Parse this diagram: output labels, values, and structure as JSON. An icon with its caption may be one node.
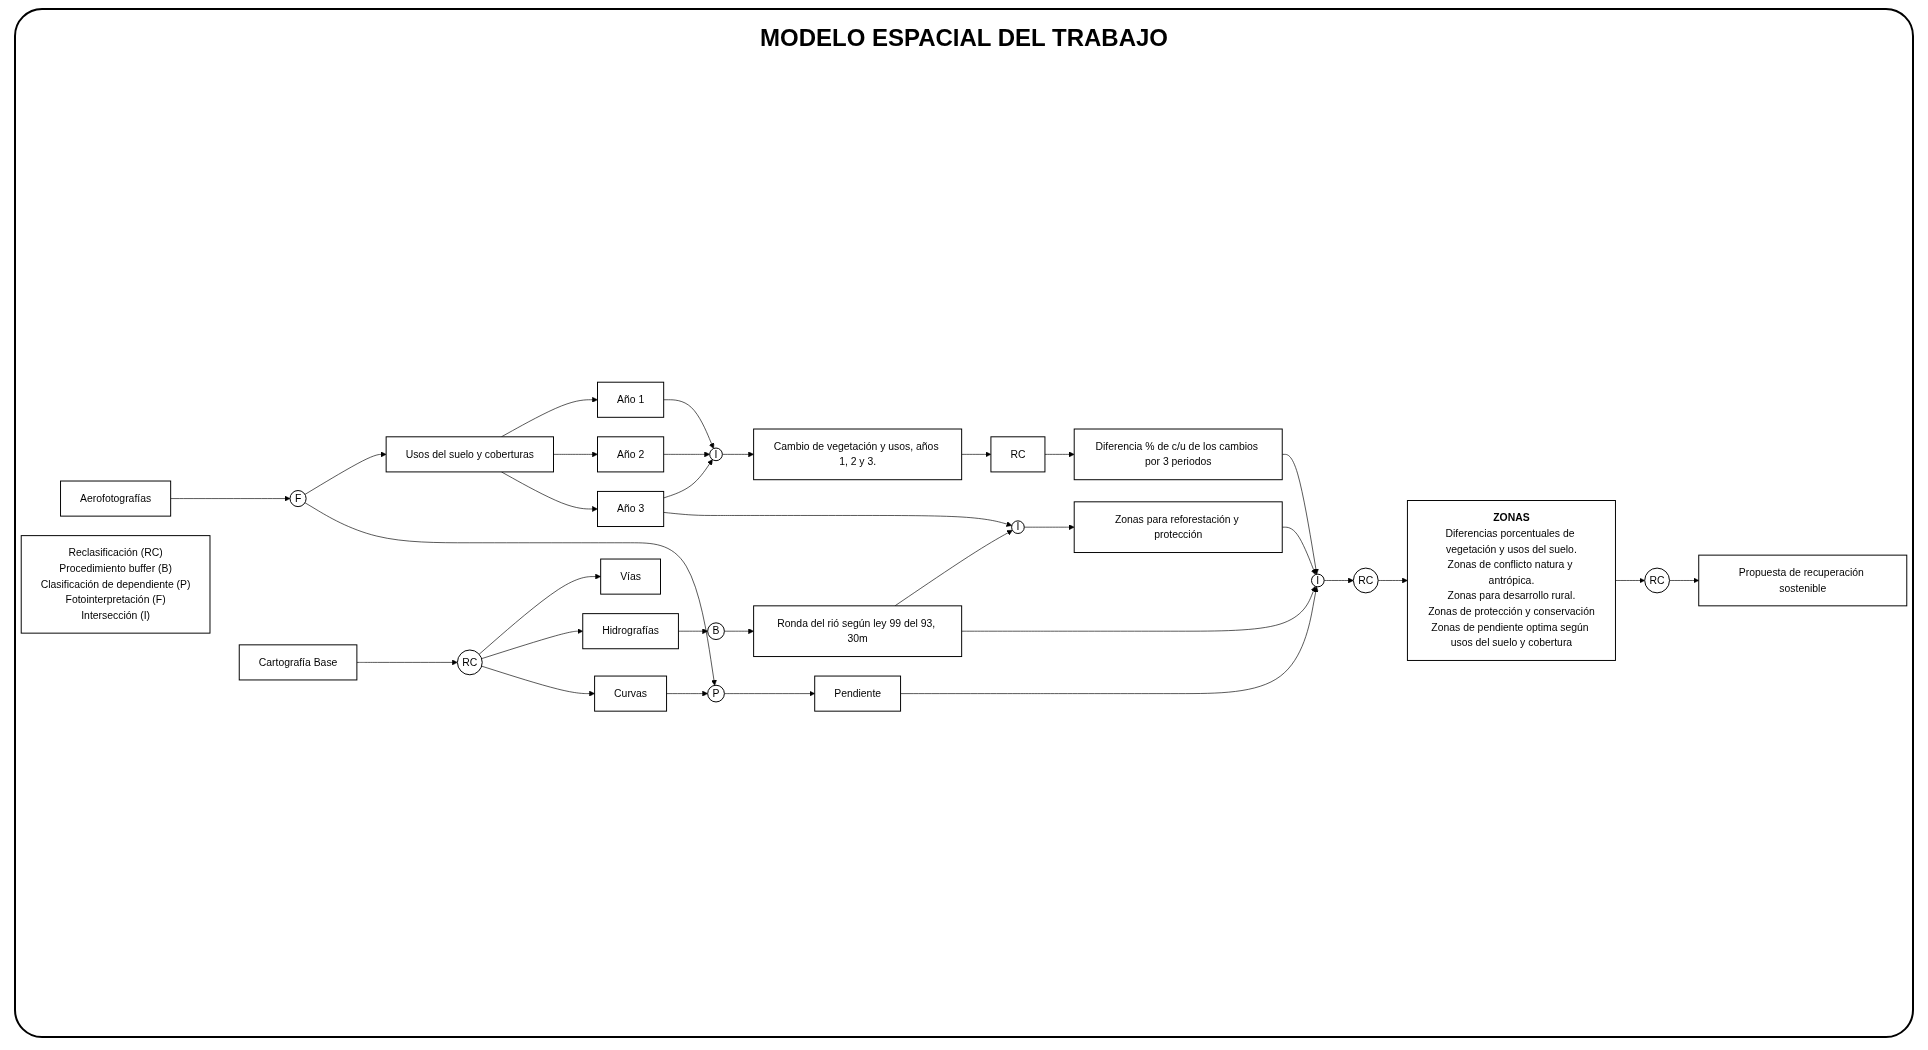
{
  "diagram": {
    "title": "MODELO ESPACIAL DEL TRABAJO",
    "nodes": [
      {
        "text": [
          "Aerofotografías"
        ]
      },
      {
        "text": [
          "F"
        ]
      },
      {
        "text": [
          "Usos del suelo y coberturas"
        ]
      },
      {
        "text": [
          "Año 1"
        ]
      },
      {
        "text": [
          "Año 2"
        ]
      },
      {
        "text": [
          "Año 3"
        ]
      },
      {
        "text": [
          "I"
        ]
      },
      {
        "text": [
          "Cambio de vegetación y usos, años 1, 2 y 3."
        ]
      },
      {
        "text": [
          "RC"
        ]
      },
      {
        "text": [
          "Diferencia % de c/u de los cambios por 3 periodos"
        ]
      },
      {
        "text": [
          "I"
        ]
      },
      {
        "text": [
          "Zonas para reforestación y protección"
        ]
      },
      {
        "text": [
          "Cartografía Base"
        ]
      },
      {
        "text": [
          "RC"
        ]
      },
      {
        "text": [
          "Vías"
        ]
      },
      {
        "text": [
          "Hidrografías"
        ]
      },
      {
        "text": [
          "B"
        ]
      },
      {
        "text": [
          "Ronda del rió según ley 99 del 93, 30m"
        ]
      },
      {
        "text": [
          "Curvas"
        ]
      },
      {
        "text": [
          "P"
        ]
      },
      {
        "text": [
          "Pendiente"
        ]
      },
      {
        "text": [
          "I"
        ]
      },
      {
        "text": [
          "RC"
        ]
      },
      {
        "text": [
          "ZONAS",
          "Diferencias porcentuales de vegetación y usos del suelo.",
          "Zonas de conflicto natura y antrópica.",
          "Zonas para desarrollo rural.",
          "Zonas de protección y conservación",
          "Zonas de pendiente optima según usos del suelo y cobertura"
        ]
      },
      {
        "text": [
          "RC"
        ]
      },
      {
        "text": [
          "Propuesta de recuperación sostenible"
        ]
      },
      {
        "text": [
          "Reclasificación (RC)",
          "Procedimiento buffer (B)",
          "Clasificación de dependiente (P)",
          "Fotointerpretación (F)",
          "Intersección (I)"
        ]
      }
    ],
    "edges": [
      {
        "from": 0,
        "to": 1,
        "arrow": "to"
      },
      {
        "from": 1,
        "to": 2,
        "arrow": "to"
      },
      {
        "from": 1,
        "to": 19,
        "arrow": "to"
      },
      {
        "from": 2,
        "to": 3,
        "arrow": "to"
      },
      {
        "from": 2,
        "to": 4,
        "arrow": "to"
      },
      {
        "from": 2,
        "to": 5,
        "arrow": "to"
      },
      {
        "from": 3,
        "to": 6,
        "arrow": "to"
      },
      {
        "from": 4,
        "to": 6,
        "arrow": "to"
      },
      {
        "from": 5,
        "to": 6,
        "arrow": "to"
      },
      {
        "from": 6,
        "to": 7,
        "arrow": "to"
      },
      {
        "from": 7,
        "to": 8,
        "arrow": "to"
      },
      {
        "from": 8,
        "to": 9,
        "arrow": "to"
      },
      {
        "from": 5,
        "to": 10,
        "arrow": "to"
      },
      {
        "from": 10,
        "to": 11,
        "arrow": "to"
      },
      {
        "from": 17,
        "to": 10,
        "arrow": "to"
      },
      {
        "from": 9,
        "to": 21,
        "arrow": "to"
      },
      {
        "from": 11,
        "to": 21,
        "arrow": "to"
      },
      {
        "from": 17,
        "to": 21,
        "arrow": "to"
      },
      {
        "from": 20,
        "to": 21,
        "arrow": "to"
      },
      {
        "from": 12,
        "to": 13,
        "arrow": "to"
      },
      {
        "from": 13,
        "to": 14,
        "arrow": "to"
      },
      {
        "from": 13,
        "to": 15,
        "arrow": "to"
      },
      {
        "from": 13,
        "to": 18,
        "arrow": "to"
      },
      {
        "from": 15,
        "to": 16,
        "arrow": "to"
      },
      {
        "from": 16,
        "to": 17,
        "arrow": "to"
      },
      {
        "from": 18,
        "to": 19,
        "arrow": "to"
      },
      {
        "from": 19,
        "to": 20,
        "arrow": "to"
      },
      {
        "from": 21,
        "to": 22,
        "arrow": "to"
      },
      {
        "from": 22,
        "to": 23,
        "arrow": "to"
      },
      {
        "from": 23,
        "to": 24,
        "arrow": "to"
      },
      {
        "from": 24,
        "to": 25,
        "arrow": "to"
      }
    ]
  }
}
